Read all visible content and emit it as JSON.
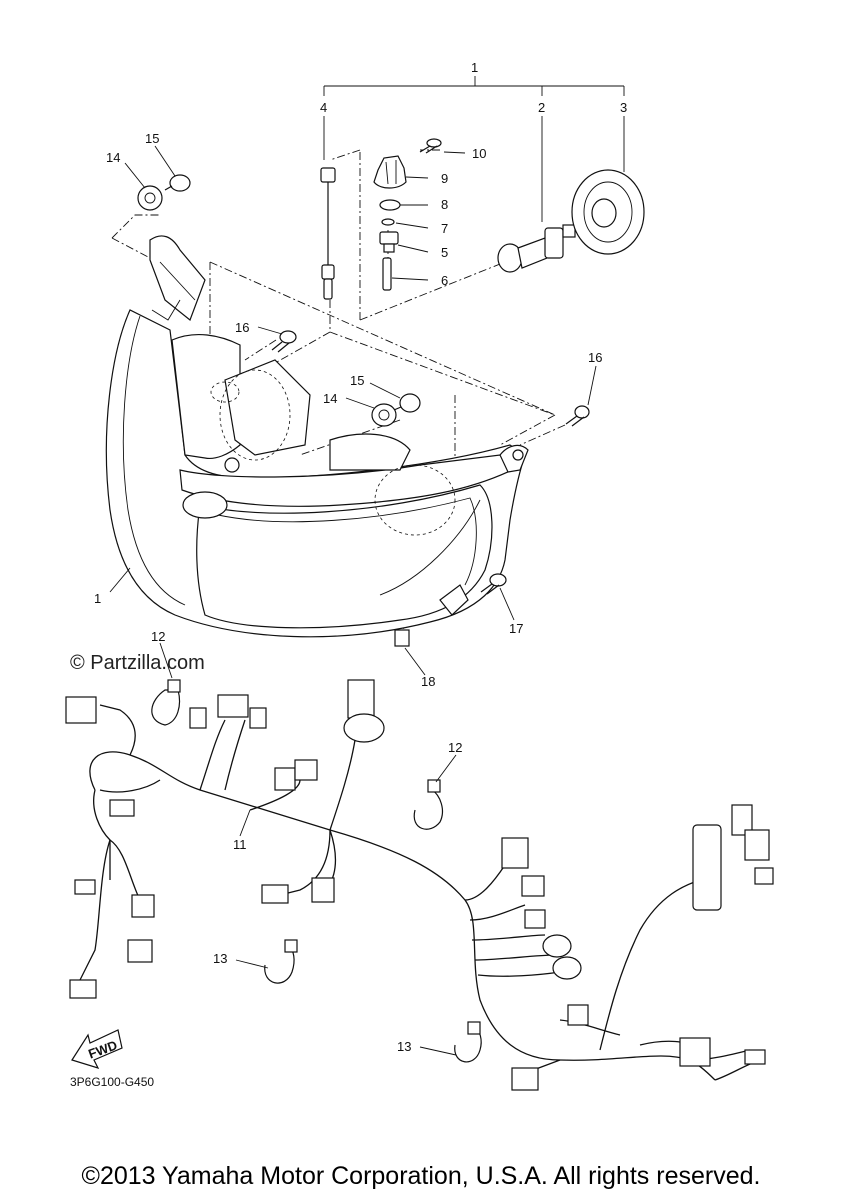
{
  "watermark": "© Partzilla.com",
  "diagram_code": "3P6G100-G450",
  "fwd_label": "FWD",
  "copyright": "©2013 Yamaha Motor Corporation, U.S.A. All rights reserved.",
  "callouts": {
    "c1_top": "1",
    "c2": "2",
    "c3": "3",
    "c4": "4",
    "c5": "5",
    "c6": "6",
    "c7": "7",
    "c8": "8",
    "c9": "9",
    "c10": "10",
    "c14_top": "14",
    "c15_top": "15",
    "c16_left": "16",
    "c16_right": "16",
    "c15_mid": "15",
    "c14_mid": "14",
    "c1_side": "1",
    "c17": "17",
    "c18": "18",
    "c12_left": "12",
    "c12_right": "12",
    "c11": "11",
    "c13_left": "13",
    "c13_bottom": "13"
  }
}
